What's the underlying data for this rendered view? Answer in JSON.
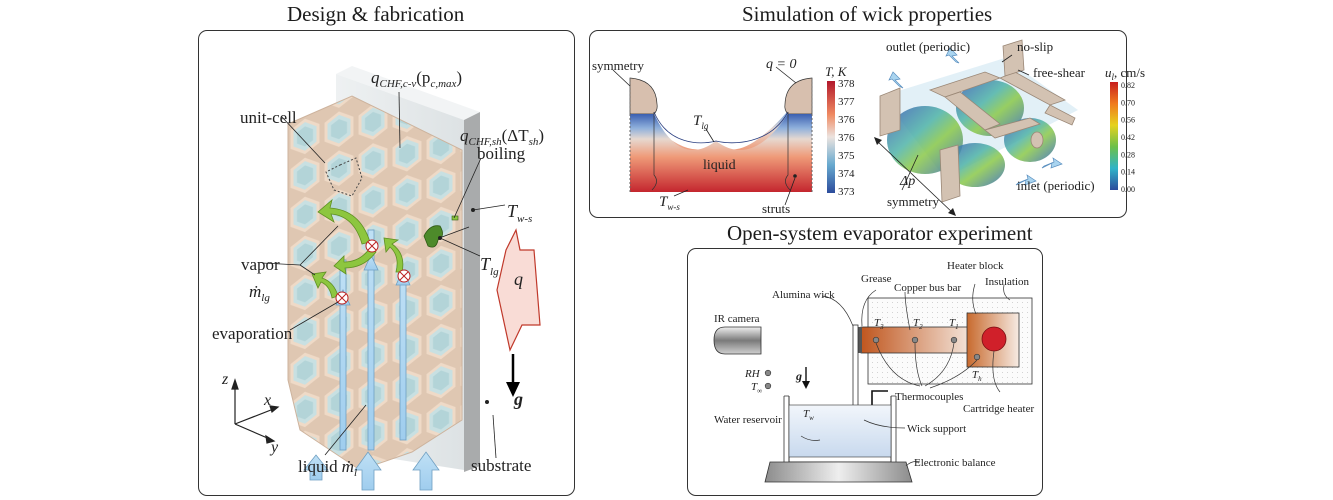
{
  "panels": {
    "design": {
      "title": "Design & fabrication",
      "labels": {
        "q_chf_cv": "q",
        "q_chf_cv_sub": "CHF,c-v",
        "q_chf_cv_arg": "(p",
        "q_chf_cv_arg_sub": "c,max",
        "q_chf_cv_close": ")",
        "unit_cell": "unit-cell",
        "q_chf_sh": "q",
        "q_chf_sh_sub": "CHF,sh",
        "q_chf_sh_arg": "(ΔT",
        "q_chf_sh_arg_sub": "sh",
        "q_chf_sh_close": ")",
        "boiling": "boiling",
        "t_ws": "T",
        "t_ws_sub": "w-s",
        "t_lg": "T",
        "t_lg_sub": "lg",
        "q": "q",
        "vapor": "vapor",
        "m_lg": "ṁ",
        "m_lg_sub": "lg",
        "evaporation": "evaporation",
        "axis_z": "z",
        "axis_x": "x",
        "axis_y": "y",
        "liquid": "liquid",
        "m_l": "ṁ",
        "m_l_sub": "l",
        "g": "g",
        "substrate": "substrate"
      }
    },
    "simulation": {
      "title": "Simulation of wick properties",
      "temperature_plot": {
        "labels": {
          "symmetry": "symmetry",
          "q_zero": "q = 0",
          "t_lg": "T",
          "t_lg_sub": "lg",
          "liquid": "liquid",
          "t_ws": "T",
          "t_ws_sub": "w-s",
          "struts": "struts"
        },
        "colorbar": {
          "title": "T, K",
          "ticks": [
            "378",
            "377",
            "376",
            "376",
            "375",
            "374",
            "373"
          ],
          "colors": [
            "#b2182b",
            "#ef8a62",
            "#e8e0dc",
            "#67a9cf",
            "#2c4c9c"
          ]
        }
      },
      "velocity_plot": {
        "labels": {
          "outlet": "outlet (periodic)",
          "no_slip": "no-slip",
          "free_shear": "free-shear",
          "delta_p": "Δp",
          "symmetry": "symmetry",
          "inlet": "inlet (periodic)"
        },
        "colorbar": {
          "title": "u",
          "title_sub": "l",
          "title_unit": ", cm/s",
          "ticks": [
            "0.82",
            "0.70",
            "0.56",
            "0.42",
            "0.28",
            "0.14",
            "0.00"
          ],
          "colors": [
            "#c81e1e",
            "#f07a1e",
            "#e6d21e",
            "#6cc04a",
            "#2fb3c8",
            "#2c4c9c"
          ]
        }
      }
    },
    "experiment": {
      "title": "Open-system evaporator experiment",
      "labels": {
        "heater_block": "Heater block",
        "grease": "Grease",
        "insulation": "Insulation",
        "copper_bus_bar": "Copper bus bar",
        "alumina_wick": "Alumina wick",
        "ir_camera": "IR camera",
        "t3": "T",
        "t3_sub": "3",
        "t2": "T",
        "t2_sub": "2",
        "t1": "T",
        "t1_sub": "1",
        "th": "T",
        "th_sub": "h",
        "rh": "RH",
        "t_inf": "T",
        "t_inf_sub": "∞",
        "g": "g",
        "thermocouples": "Thermocouples",
        "cartridge_heater": "Cartridge heater",
        "t_w": "T",
        "t_w_sub": "w",
        "water_reservoir": "Water reservoir",
        "wick_support": "Wick support",
        "electronic_balance": "Electronic balance"
      }
    }
  },
  "colors": {
    "lattice": "#e9cfb8",
    "lattice_shadow": "#c9ab92",
    "pore": "#bfdde0",
    "liquid_arrow": "#a9d4ef",
    "vapor_arrow": "#8dc63f",
    "substrate": "#e4e8ea",
    "substrate_edge": "#a6a8a9",
    "heat_flux": "#f9dcd6",
    "heat_flux_edge": "#c0392b",
    "copper": "#c0561e",
    "heater_core": "#d0202a",
    "water": "#d4e2f2"
  }
}
